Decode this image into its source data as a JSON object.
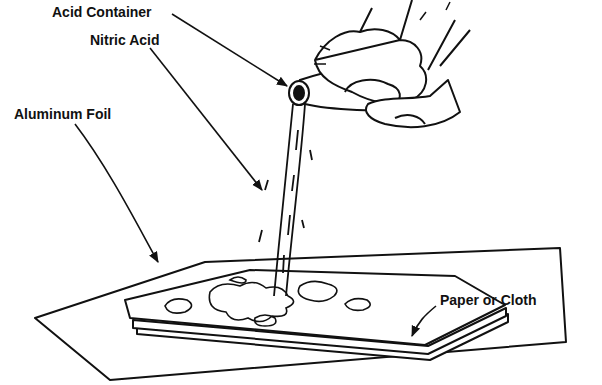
{
  "diagram": {
    "labels": [
      "Acid Container",
      "Nitric Acid",
      "Aluminum Foil",
      "Paper or Cloth"
    ]
  }
}
